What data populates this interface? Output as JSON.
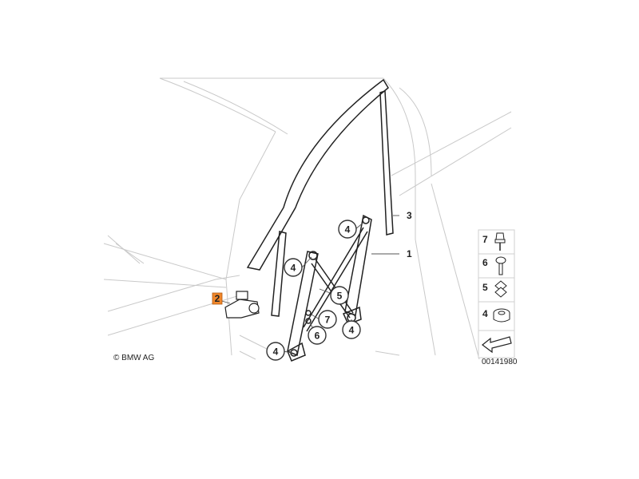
{
  "copyright": "© BMW AG",
  "diagram_id": "00141980",
  "callouts": [
    {
      "id": "c4a",
      "label": "4"
    },
    {
      "id": "c4b",
      "label": "4"
    },
    {
      "id": "c5",
      "label": "5"
    },
    {
      "id": "c7",
      "label": "7"
    },
    {
      "id": "c6",
      "label": "6"
    },
    {
      "id": "c4c",
      "label": "4"
    },
    {
      "id": "c4d",
      "label": "4"
    }
  ],
  "edge_labels": {
    "part3": "3",
    "part1": "1"
  },
  "highlighted_part": {
    "label": "2",
    "color": "#f0872b"
  },
  "legend": [
    {
      "label": "7",
      "icon": "push-rivet-icon"
    },
    {
      "label": "6",
      "icon": "screw-icon"
    },
    {
      "label": "5",
      "icon": "clip-icon"
    },
    {
      "label": "4",
      "icon": "nut-icon"
    }
  ]
}
